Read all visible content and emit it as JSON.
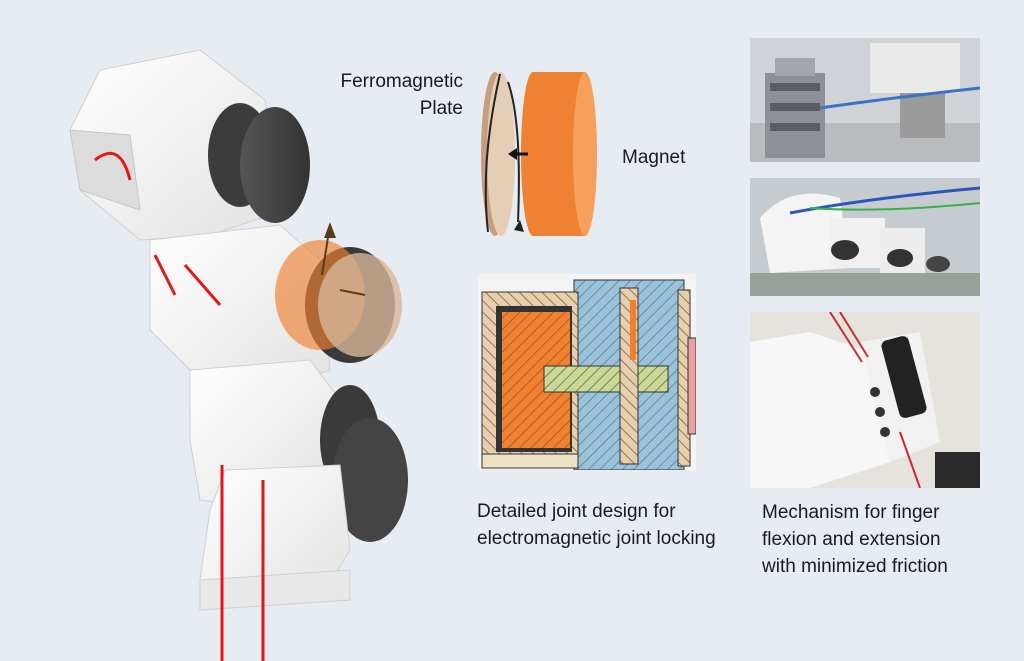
{
  "labels": {
    "plate": "Ferromagnetic\nPlate",
    "magnet": "Magnet"
  },
  "captions": {
    "joint_design": "Detailed joint design for electromagnetic joint locking",
    "mechanism": "Mechanism for finger flexion and extension with minimized friction"
  },
  "colors": {
    "background": "#e7ecf3",
    "magnet": "#ef8133",
    "plate": "#d8b79a",
    "tendon": "#e01818",
    "bone_white": "#f4f4f4",
    "shaft": "#c9d896",
    "housing": "#9cc2da"
  }
}
